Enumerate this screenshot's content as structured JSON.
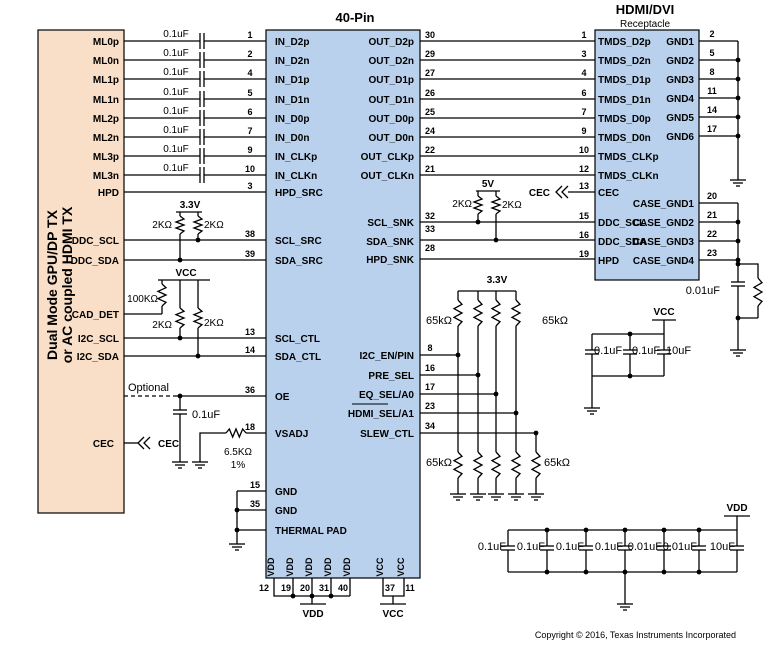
{
  "ic": {
    "title": "40-Pin",
    "left_pins": [
      {
        "num": "1",
        "name": "IN_D2p"
      },
      {
        "num": "2",
        "name": "IN_D2n"
      },
      {
        "num": "4",
        "name": "IN_D1p"
      },
      {
        "num": "5",
        "name": "IN_D1n"
      },
      {
        "num": "6",
        "name": "IN_D0p"
      },
      {
        "num": "7",
        "name": "IN_D0n"
      },
      {
        "num": "9",
        "name": "IN_CLKp"
      },
      {
        "num": "10",
        "name": "IN_CLKn"
      },
      {
        "num": "3",
        "name": "HPD_SRC"
      },
      {
        "num": "38",
        "name": "SCL_SRC"
      },
      {
        "num": "39",
        "name": "SDA_SRC"
      },
      {
        "num": "13",
        "name": "SCL_CTL"
      },
      {
        "num": "14",
        "name": "SDA_CTL"
      },
      {
        "num": "36",
        "name": "OE"
      },
      {
        "num": "18",
        "name": "VSADJ"
      },
      {
        "num": "15",
        "name": "GND"
      },
      {
        "num": "35",
        "name": "GND"
      },
      {
        "num": "",
        "name": "THERMAL PAD"
      }
    ],
    "right_pins": [
      {
        "num": "30",
        "name": "OUT_D2p"
      },
      {
        "num": "29",
        "name": "OUT_D2n"
      },
      {
        "num": "27",
        "name": "OUT_D1p"
      },
      {
        "num": "26",
        "name": "OUT_D1n"
      },
      {
        "num": "25",
        "name": "OUT_D0p"
      },
      {
        "num": "24",
        "name": "OUT_D0n"
      },
      {
        "num": "22",
        "name": "OUT_CLKp"
      },
      {
        "num": "21",
        "name": "OUT_CLKn"
      },
      {
        "num": "32",
        "name": "SCL_SNK"
      },
      {
        "num": "33",
        "name": "SDA_SNK"
      },
      {
        "num": "28",
        "name": "HPD_SNK"
      },
      {
        "num": "8",
        "name": "I2C_EN/PIN"
      },
      {
        "num": "16",
        "name": "PRE_SEL"
      },
      {
        "num": "17",
        "name": "EQ_SEL/A0"
      },
      {
        "num": "23",
        "name": "HDMI_SEL/A1"
      },
      {
        "num": "34",
        "name": "SLEW_CTL"
      }
    ],
    "bottom_pins": [
      {
        "num": "12",
        "name": "VDD"
      },
      {
        "num": "19",
        "name": "VDD"
      },
      {
        "num": "20",
        "name": "VDD"
      },
      {
        "num": "31",
        "name": "VDD"
      },
      {
        "num": "40",
        "name": "VDD"
      },
      {
        "num": "37",
        "name": "VCC"
      },
      {
        "num": "11",
        "name": "VCC"
      }
    ],
    "vdd_net": "VDD",
    "vcc_net": "VCC"
  },
  "gpu": {
    "label_line1": "Dual Mode GPU/DP TX",
    "label_line2": "or AC coupled HDMI TX",
    "signals": [
      "ML0p",
      "ML0n",
      "ML1p",
      "ML1n",
      "ML2p",
      "ML2n",
      "ML3p",
      "ML3n",
      "HPD",
      "DDC_SCL",
      "DDC_SDA",
      "CAD_DET",
      "I2C_SCL",
      "I2C_SDA",
      "CEC"
    ],
    "optional_label": "Optional"
  },
  "hdmi": {
    "title": "HDMI/DVI",
    "subtitle": "Receptacle",
    "left_pins": [
      {
        "num": "1",
        "name": "TMDS_D2p"
      },
      {
        "num": "3",
        "name": "TMDS_D2n"
      },
      {
        "num": "4",
        "name": "TMDS_D1p"
      },
      {
        "num": "6",
        "name": "TMDS_D1n"
      },
      {
        "num": "7",
        "name": "TMDS_D0p"
      },
      {
        "num": "9",
        "name": "TMDS_D0n"
      },
      {
        "num": "10",
        "name": "TMDS_CLKp"
      },
      {
        "num": "12",
        "name": "TMDS_CLKn"
      },
      {
        "num": "13",
        "name": "CEC"
      },
      {
        "num": "15",
        "name": "DDC_SCL"
      },
      {
        "num": "16",
        "name": "DDC_SDA"
      },
      {
        "num": "19",
        "name": "HPD"
      }
    ],
    "right_pins": [
      {
        "num": "2",
        "name": "GND1"
      },
      {
        "num": "5",
        "name": "GND2"
      },
      {
        "num": "8",
        "name": "GND3"
      },
      {
        "num": "11",
        "name": "GND4"
      },
      {
        "num": "14",
        "name": "GND5"
      },
      {
        "num": "17",
        "name": "GND6"
      },
      {
        "num": "20",
        "name": "CASE_GND1"
      },
      {
        "num": "21",
        "name": "CASE_GND2"
      },
      {
        "num": "22",
        "name": "CASE_GND3"
      },
      {
        "num": "23",
        "name": "CASE_GND4"
      }
    ],
    "cec_label": "CEC"
  },
  "components": {
    "coupling_cap": "0.1uF",
    "src_pull_3v3": "3.3V",
    "src_pull_r1": "2KΩ",
    "src_pull_r2": "2KΩ",
    "ctl_vcc": "VCC",
    "cad_r": "100KΩ",
    "ctl_r1": "2KΩ",
    "ctl_r2": "2KΩ",
    "oe_cap": "0.1uF",
    "vsadj_r": "6.5KΩ",
    "vsadj_tol": "1%",
    "snk_5v": "5V",
    "snk_r1": "2KΩ",
    "snk_r2": "2KΩ",
    "strap_3v3": "3.3V",
    "strap_top_r1": "65kΩ",
    "strap_top_r2": "65kΩ",
    "strap_bot_r1": "65kΩ",
    "strap_bot_r2": "65kΩ",
    "case_cap": "0.01uF",
    "vcc_net": "VCC",
    "vcc_caps": [
      "0.1uF",
      "0.1uF",
      "10uF"
    ],
    "vdd_net": "VDD",
    "vdd_caps": [
      "0.1uF",
      "0.1uF",
      "0.1uF",
      "0.1uF",
      "0.01uF",
      "0.01uF",
      "10uF"
    ]
  },
  "copyright": "Copyright © 2016, Texas Instruments Incorporated"
}
